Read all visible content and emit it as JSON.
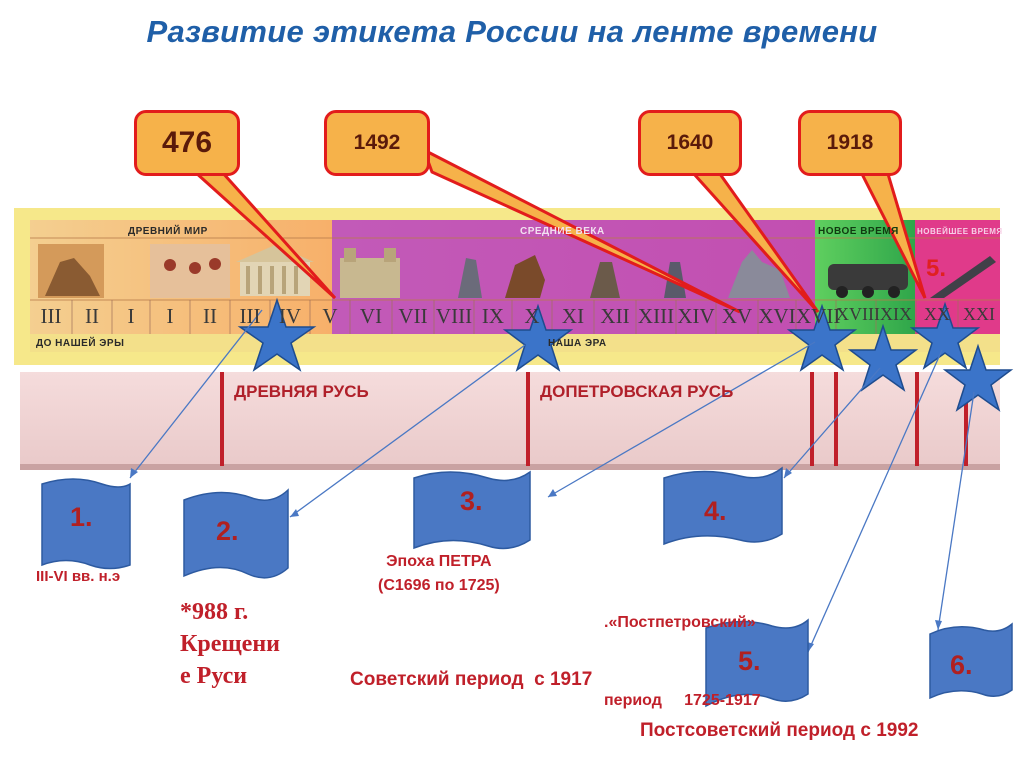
{
  "title": "Развитие этикета России на ленте времени",
  "callouts": [
    {
      "label": "476"
    },
    {
      "label": "1492"
    },
    {
      "label": "1640"
    },
    {
      "label": "1918"
    }
  ],
  "ribbon": {
    "eras": {
      "ancient": "ДРЕВНИЙ МИР",
      "middle": "СРЕДНИЕ ВЕКА",
      "new": "НОВОЕ ВРЕМЯ",
      "newest": "НОВЕЙШЕЕ ВРЕМЯ"
    },
    "bce_label": "ДО НАШЕЙ ЭРЫ",
    "ce_label": "НАША ЭРА",
    "overlay_number": "5.",
    "centuries": [
      "III",
      "II",
      "I",
      "I",
      "II",
      "III",
      "IV",
      "V",
      "VI",
      "VII",
      "VIII",
      "IX",
      "X",
      "XI",
      "XII",
      "XIII",
      "XIV",
      "XV",
      "XVI",
      "XVII",
      "XVIII",
      "XIX",
      "XX",
      "XXI"
    ]
  },
  "periods": {
    "ancient_rus": "ДРЕВНЯЯ  РУСЬ",
    "pre_petrine": "ДОПЕТРОВСКАЯ  РУСЬ"
  },
  "flags": [
    "1.",
    "2.",
    "3.",
    "4.",
    "5.",
    "6."
  ],
  "notes": {
    "n1": "III-VI вв. н.э",
    "n2_line1": "*988 г.",
    "n2_line2": "Крещени",
    "n2_line3": "е Руси",
    "n3_line1": "Эпоха  ПЕТРА",
    "n3_line2": "(С1696 по 1725)",
    "n4_line1": ".«Постпетровский»",
    "n4_line2": "период     1725-1917",
    "soviet": "Советский период  с 1917",
    "post_soviet": "Постсоветский период с 1992"
  },
  "colors": {
    "title": "#1f5fa8",
    "callout_fill": "#f6b24a",
    "callout_border": "#e21c1c",
    "star": "#3b74c9",
    "flag": "#4a78c4",
    "period_line": "#c0202a"
  }
}
